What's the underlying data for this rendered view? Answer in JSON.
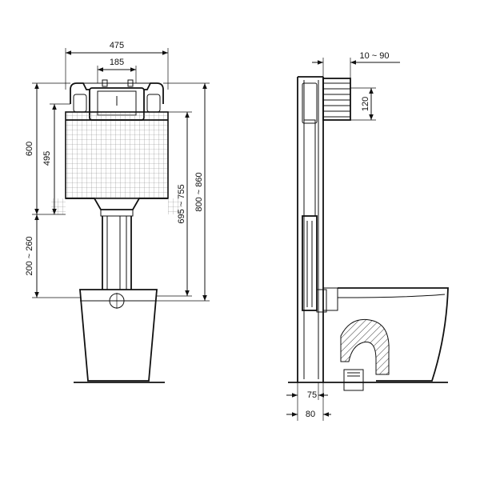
{
  "front_view": {
    "width_total": "475",
    "width_inner": "185",
    "height_cistern_frame": "600",
    "height_cistern_body": "495",
    "height_pipe_range": "200 ~ 260",
    "height_outlet_range": "695 ~ 755",
    "height_overall_range": "800 ~ 860"
  },
  "side_view": {
    "wall_gap_range": "10 ~ 90",
    "button_height": "120",
    "depth_frame": "75",
    "depth_bottom": "80"
  }
}
